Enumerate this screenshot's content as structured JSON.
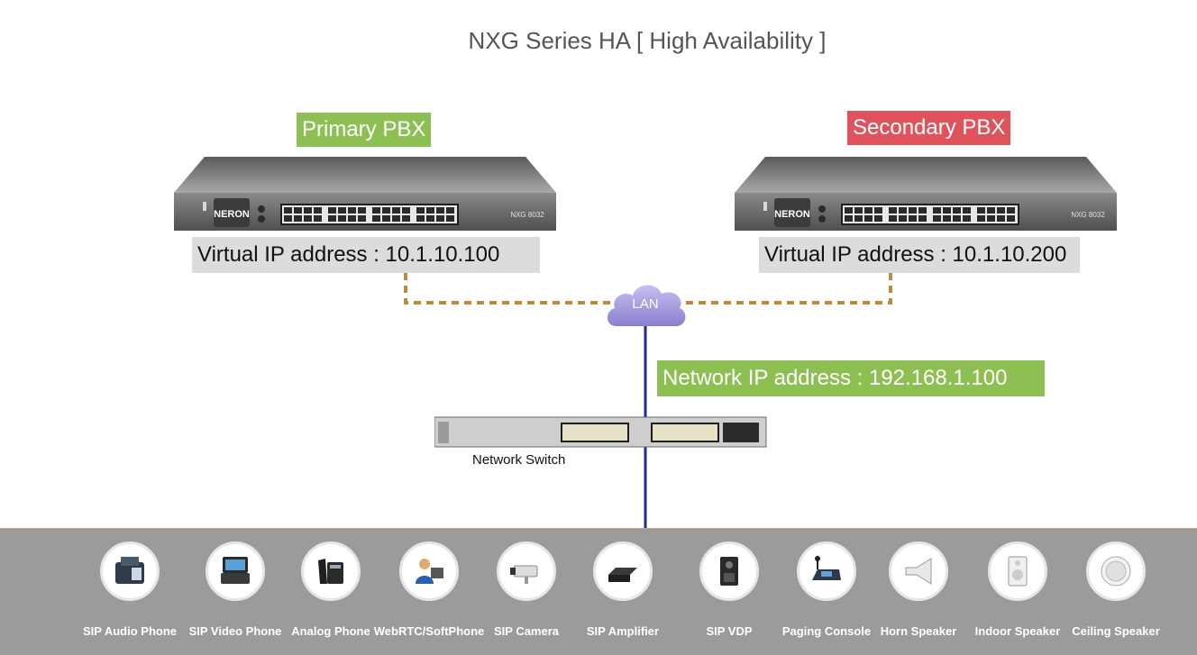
{
  "title": "NXG Series HA  [ High Availability ]",
  "primary": {
    "label": "Primary PBX",
    "brand": "NERON",
    "model": "NXG 8032",
    "virtual_ip": "Virtual IP address : 10.1.10.100",
    "label_color": "#8dbf52"
  },
  "secondary": {
    "label": "Secondary PBX",
    "brand": "NERON",
    "model": "NXG 8032",
    "virtual_ip": "Virtual IP address : 10.1.10.200",
    "label_color": "#e0525c"
  },
  "lan": {
    "label": "LAN"
  },
  "network_ip": "Network IP address : 192.168.1.100",
  "switch": {
    "label": "Network Switch"
  },
  "devices": [
    {
      "label": "SIP Audio Phone",
      "icon": "desk-phone-icon"
    },
    {
      "label": "SIP Video Phone",
      "icon": "video-phone-icon"
    },
    {
      "label": "Analog Phone",
      "icon": "analog-phone-icon"
    },
    {
      "label": "WebRTC/SoftPhone",
      "icon": "softphone-user-icon"
    },
    {
      "label": "SIP Camera",
      "icon": "camera-icon"
    },
    {
      "label": "SIP Amplifier",
      "icon": "amplifier-icon"
    },
    {
      "label": "SIP VDP",
      "icon": "door-phone-icon"
    },
    {
      "label": "Paging Console",
      "icon": "paging-console-icon"
    },
    {
      "label": "Horn Speaker",
      "icon": "horn-speaker-icon"
    },
    {
      "label": "Indoor Speaker",
      "icon": "indoor-speaker-icon"
    },
    {
      "label": "Ceiling Speaker",
      "icon": "ceiling-speaker-icon"
    }
  ]
}
